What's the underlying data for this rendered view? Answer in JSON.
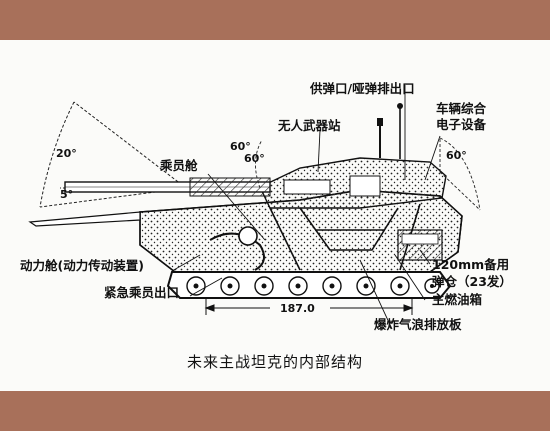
{
  "colors": {
    "frame": "#a8705a",
    "panel": "#fbfbf9",
    "ink": "#111111"
  },
  "labels": {
    "ammo_outlet": "供弹口/哑弹排出口",
    "vehicle_integrated_electronics": "车辆综合\n电子设备",
    "unmanned_weapon_station": "无人武器站",
    "crew_compartment": "乘员舱",
    "engine_compartment": "动力舱(动力传动装置)",
    "emergency_exit": "紧急乘员出口",
    "ammo_rack": "120mm备用\n弹仓（23发）",
    "main_fuel_tank": "主燃油箱",
    "blast_panel": "爆炸气浪排放板"
  },
  "annotations": {
    "angle_20": "20°",
    "angle_5": "5°",
    "angle_60_a": "60°",
    "angle_60_b": "60°",
    "angle_60_c": "60°",
    "length": "187.0"
  },
  "caption": "未来主战坦克的内部结构"
}
